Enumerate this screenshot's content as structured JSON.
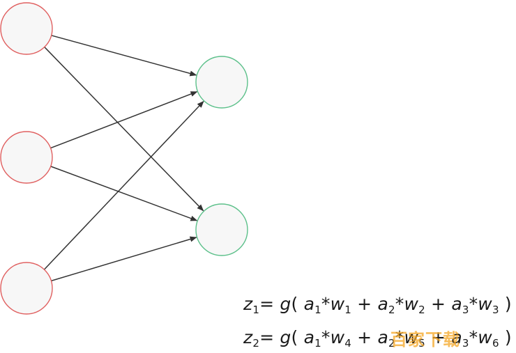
{
  "colors": {
    "input_node_stroke": "#e06060",
    "output_node_stroke": "#5cc08a",
    "node_fill": "#f7f7f7",
    "edge": "#333333",
    "watermark": "#f5a623"
  },
  "nodes": {
    "inputs": [
      "input-node-1",
      "input-node-2",
      "input-node-3"
    ],
    "outputs": [
      "output-node-1",
      "output-node-2"
    ]
  },
  "edges": [
    {
      "from": "input-node-1",
      "to": "output-node-1"
    },
    {
      "from": "input-node-1",
      "to": "output-node-2"
    },
    {
      "from": "input-node-2",
      "to": "output-node-1"
    },
    {
      "from": "input-node-2",
      "to": "output-node-2"
    },
    {
      "from": "input-node-3",
      "to": "output-node-1"
    },
    {
      "from": "input-node-3",
      "to": "output-node-2"
    }
  ],
  "formulas": [
    {
      "lhs": "z",
      "lhs_sub": "1",
      "eq": "=",
      "fn": "g",
      "open": "(",
      "terms": [
        {
          "a": "a",
          "a_sub": "1",
          "star": "*",
          "w": "w",
          "w_sub": "1"
        },
        {
          "a": "a",
          "a_sub": "2",
          "star": "*",
          "w": "w",
          "w_sub": "2"
        },
        {
          "a": "a",
          "a_sub": "3",
          "star": "*",
          "w": "w",
          "w_sub": "3"
        }
      ],
      "plus": "+",
      "close": ")"
    },
    {
      "lhs": "z",
      "lhs_sub": "2",
      "eq": "=",
      "fn": "g",
      "open": "(",
      "terms": [
        {
          "a": "a",
          "a_sub": "1",
          "star": "*",
          "w": "w",
          "w_sub": "4"
        },
        {
          "a": "a",
          "a_sub": "2",
          "star": "*",
          "w": "w",
          "w_sub": "5"
        },
        {
          "a": "a",
          "a_sub": "3",
          "star": "*",
          "w": "w",
          "w_sub": "6"
        }
      ],
      "plus": "+",
      "close": ")"
    }
  ],
  "watermark": {
    "text": "百家下载"
  }
}
